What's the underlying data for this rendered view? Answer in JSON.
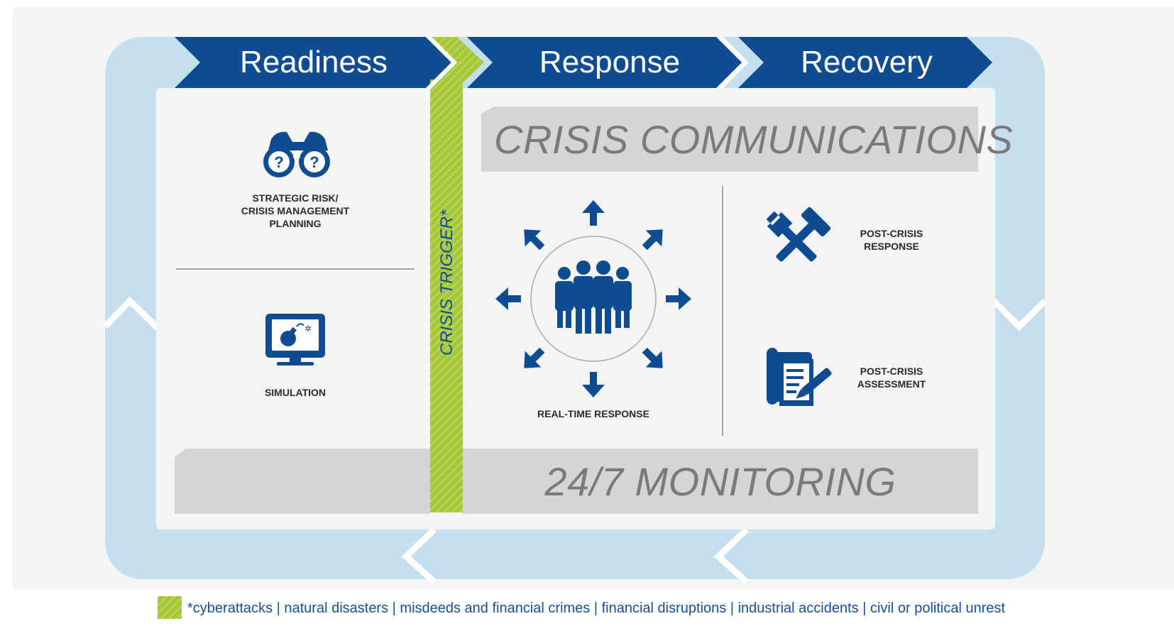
{
  "phases": {
    "readiness": "Readiness",
    "response": "Response",
    "recovery": "Recovery"
  },
  "banners": {
    "crisis_communications": "CRISIS COMMUNICATIONS",
    "monitoring": "24/7 MONITORING"
  },
  "trigger_label": "CRISIS TRIGGER*",
  "readiness_items": [
    {
      "icon": "binoculars-question-icon",
      "label": "STRATEGIC RISK/\nCRISIS MANAGEMENT\nPLANNING"
    },
    {
      "icon": "monitor-bomb-icon",
      "label": "SIMULATION"
    }
  ],
  "response_item": {
    "icon": "team-outward-arrows-icon",
    "label": "REAL-TIME RESPONSE"
  },
  "recovery_items": [
    {
      "icon": "hammer-wrench-icon",
      "label": "POST-CRISIS\nRESPONSE"
    },
    {
      "icon": "document-pen-icon",
      "label": "POST-CRISIS\nASSESSMENT"
    }
  ],
  "legend": "*cyberattacks | natural disasters | misdeeds and financial crimes | financial disruptions | industrial accidents | civil or political unrest",
  "colors": {
    "navy": "#0f4c92",
    "light_blue": "#c5dff0",
    "green": "#a6c73a",
    "panel": "#f3f4f4",
    "banner_gray": "#d4d5d6",
    "banner_text": "#7a7a7a"
  }
}
